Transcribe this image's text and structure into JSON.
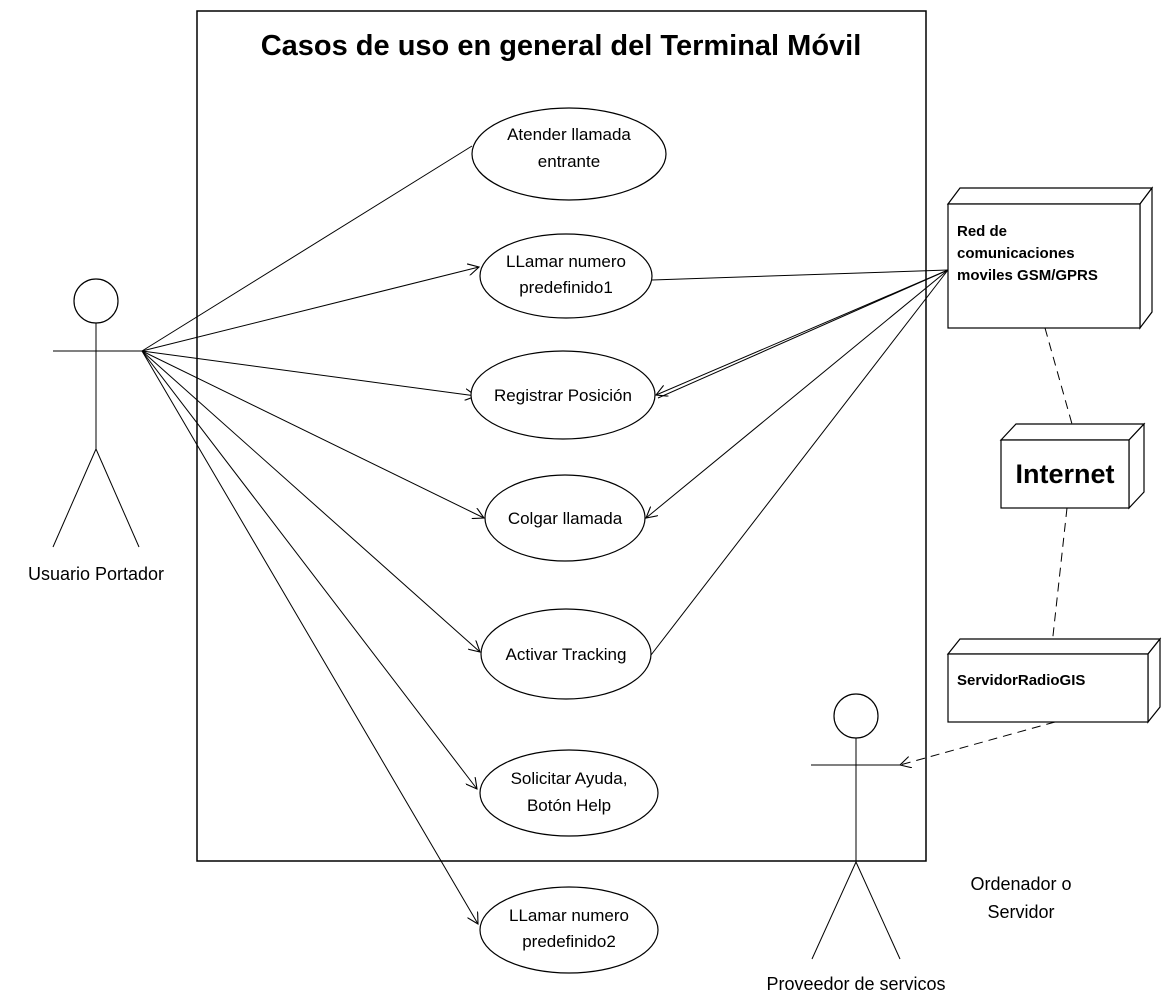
{
  "title": "Casos de uso en general del Terminal Móvil",
  "actors": {
    "user": "Usuario Portador",
    "provider": "Proveedor de servicos",
    "computer": [
      "Ordenador o",
      "Servidor"
    ]
  },
  "use_cases": [
    {
      "lines": [
        "Atender llamada",
        "entrante"
      ]
    },
    {
      "lines": [
        "LLamar numero",
        "predefinido1"
      ]
    },
    {
      "lines": [
        "Registrar Posición"
      ]
    },
    {
      "lines": [
        "Colgar llamada"
      ]
    },
    {
      "lines": [
        "Activar Tracking"
      ]
    },
    {
      "lines": [
        "Solicitar Ayuda,",
        "Botón Help"
      ]
    },
    {
      "lines": [
        "LLamar numero",
        "predefinido2"
      ]
    }
  ],
  "nodes": {
    "gsm": [
      "Red de",
      "comunicaciones",
      "moviles GSM/GPRS"
    ],
    "internet": "Internet",
    "server": "ServidorRadioGIS"
  }
}
